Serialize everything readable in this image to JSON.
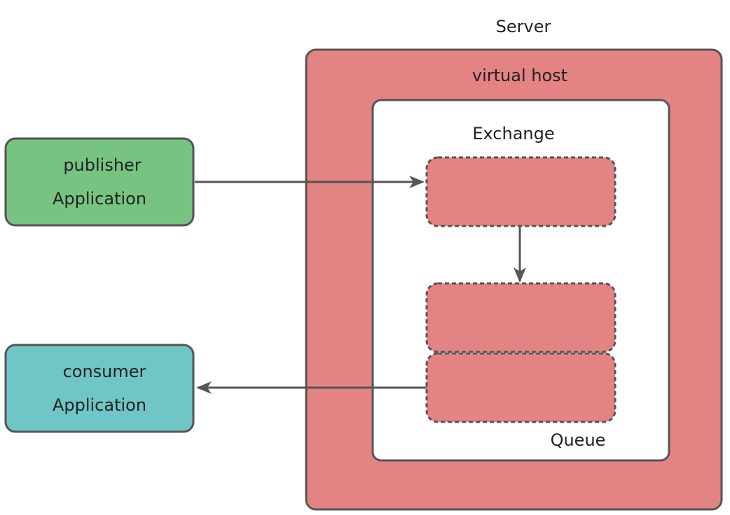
{
  "server": {
    "label": "Server",
    "virtual_host_label": "virtual host"
  },
  "publisher": {
    "line1": "publisher",
    "line2": "Application"
  },
  "consumer": {
    "line1": "consumer",
    "line2": "Application"
  },
  "exchange": {
    "label": "Exchange"
  },
  "queue": {
    "label": "Queue"
  },
  "colors": {
    "server_fill": "#e48383",
    "publisher_fill": "#77c381",
    "consumer_fill": "#70c5c6",
    "inner_fill": "#ffffff",
    "stroke": "#555555"
  }
}
